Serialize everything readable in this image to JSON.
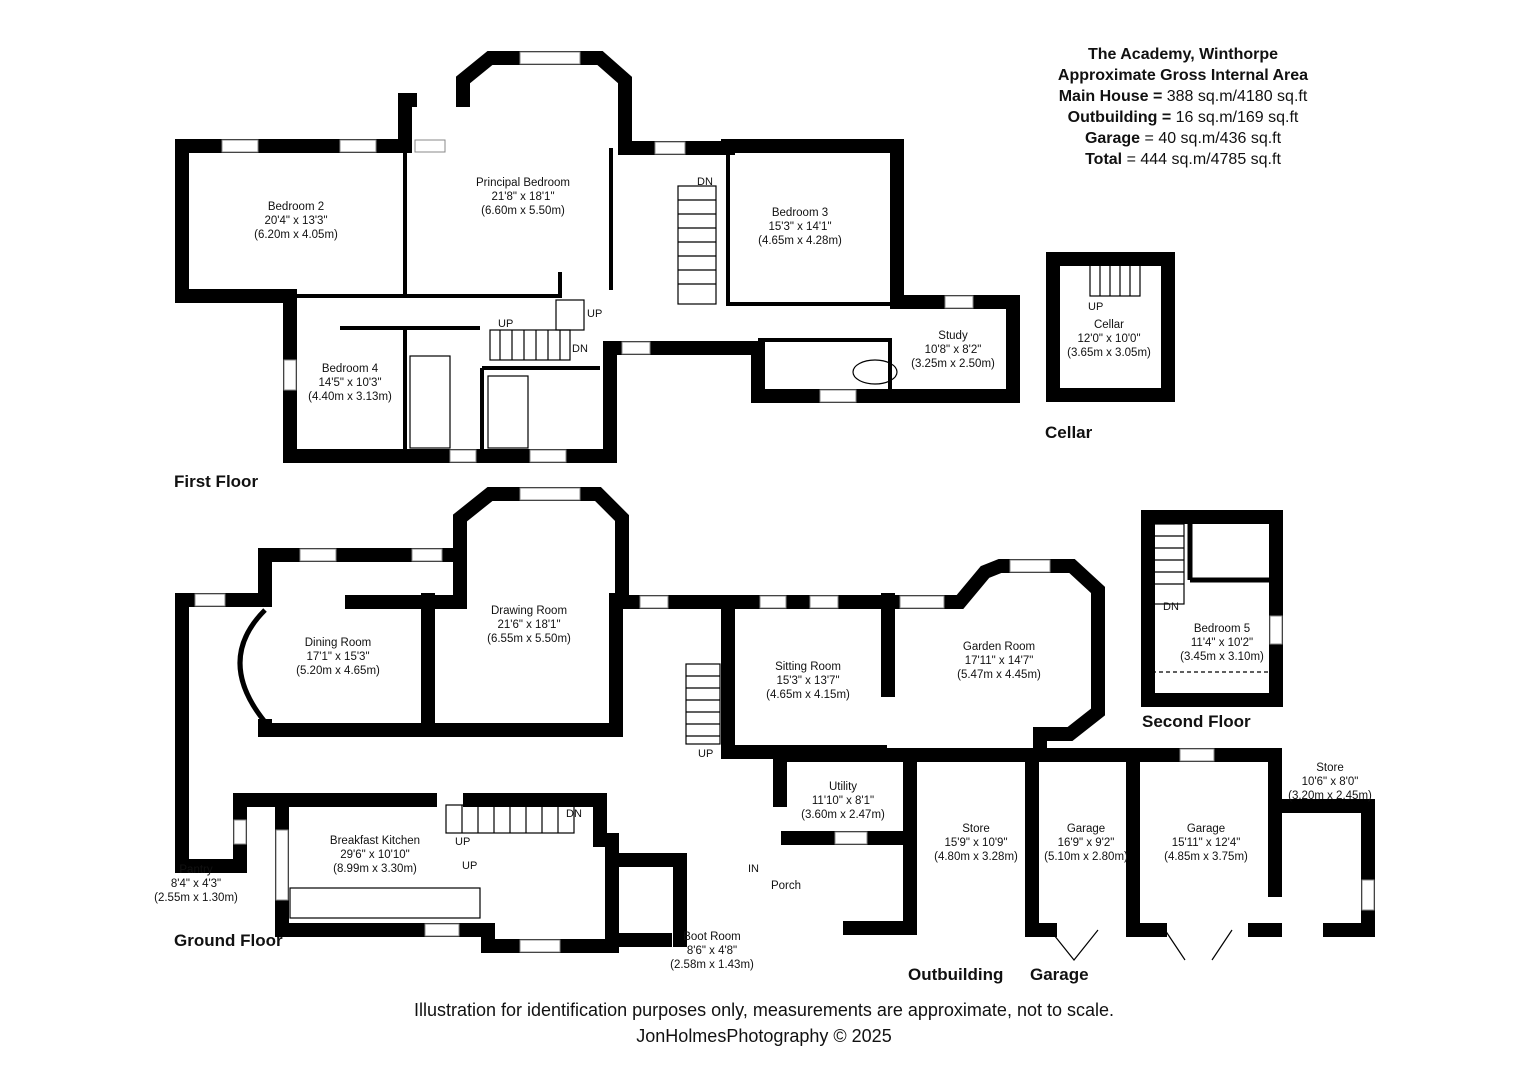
{
  "header": {
    "property": "The Academy, Winthorpe",
    "subtitle": "Approximate Gross Internal Area",
    "rows": [
      {
        "label": "Main House =",
        "value": " 388 sq.m/4180 sq.ft"
      },
      {
        "label": "Outbuilding =",
        "value": " 16 sq.m/169 sq.ft"
      },
      {
        "label": "Garage",
        "value": " = 40 sq.m/436 sq.ft"
      },
      {
        "label": "Total",
        "value": " = 444 sq.m/4785 sq.ft"
      }
    ]
  },
  "floors": {
    "first": "First Floor",
    "ground": "Ground Floor",
    "second": "Second Floor",
    "cellar": "Cellar",
    "outbuilding": "Outbuilding",
    "garage": "Garage"
  },
  "rooms": {
    "bedroom2": {
      "name": "Bedroom 2",
      "imp": "20'4\" x 13'3\"",
      "met": "(6.20m x 4.05m)"
    },
    "principal": {
      "name": "Principal Bedroom",
      "imp": "21'8\" x 18'1\"",
      "met": "(6.60m x 5.50m)"
    },
    "bedroom3": {
      "name": "Bedroom 3",
      "imp": "15'3\" x 14'1\"",
      "met": "(4.65m x 4.28m)"
    },
    "bedroom4": {
      "name": "Bedroom 4",
      "imp": "14'5\" x 10'3\"",
      "met": "(4.40m x 3.13m)"
    },
    "study": {
      "name": "Study",
      "imp": "10'8\" x 8'2\"",
      "met": "(3.25m x 2.50m)"
    },
    "cellar": {
      "name": "Cellar",
      "imp": "12'0\" x 10'0\"",
      "met": "(3.65m x 3.05m)"
    },
    "dining": {
      "name": "Dining Room",
      "imp": "17'1\" x 15'3\"",
      "met": "(5.20m x 4.65m)"
    },
    "drawing": {
      "name": "Drawing Room",
      "imp": "21'6\" x 18'1\"",
      "met": "(6.55m x 5.50m)"
    },
    "sitting": {
      "name": "Sitting Room",
      "imp": "15'3\" x 13'7\"",
      "met": "(4.65m x 4.15m)"
    },
    "garden": {
      "name": "Garden Room",
      "imp": "17'11\" x 14'7\"",
      "met": "(5.47m x 4.45m)"
    },
    "bedroom5": {
      "name": "Bedroom 5",
      "imp": "11'4\" x 10'2\"",
      "met": "(3.45m x 3.10m)"
    },
    "kitchen": {
      "name": "Breakfast Kitchen",
      "imp": "29'6\" x 10'10\"",
      "met": "(8.99m x 3.30m)"
    },
    "pantry": {
      "name": "Pantry",
      "imp": "8'4\" x 4'3\"",
      "met": "(2.55m x 1.30m)"
    },
    "utility": {
      "name": "Utility",
      "imp": "11'10\" x 8'1\"",
      "met": "(3.60m x 2.47m)"
    },
    "bootroom": {
      "name": "Boot Room",
      "imp": "8'6\" x 4'8\"",
      "met": "(2.58m x 1.43m)"
    },
    "porch": {
      "name": "Porch"
    },
    "store1": {
      "name": "Store",
      "imp": "15'9\" x 10'9\"",
      "met": "(4.80m x 3.28m)"
    },
    "garage1": {
      "name": "Garage",
      "imp": "16'9\" x 9'2\"",
      "met": "(5.10m x 2.80m)"
    },
    "garage2": {
      "name": "Garage",
      "imp": "15'11\" x 12'4\"",
      "met": "(4.85m x 3.75m)"
    },
    "store2": {
      "name": "Store",
      "imp": "10'6\" x 8'0\"",
      "met": "(3.20m x 2.45m)"
    }
  },
  "stair_labels": {
    "up": "UP",
    "dn": "DN",
    "in": "IN"
  },
  "footer": {
    "disclaimer": "Illustration for identification purposes only, measurements are approximate, not to scale.",
    "credit": "JonHolmesPhotography © 2025"
  }
}
